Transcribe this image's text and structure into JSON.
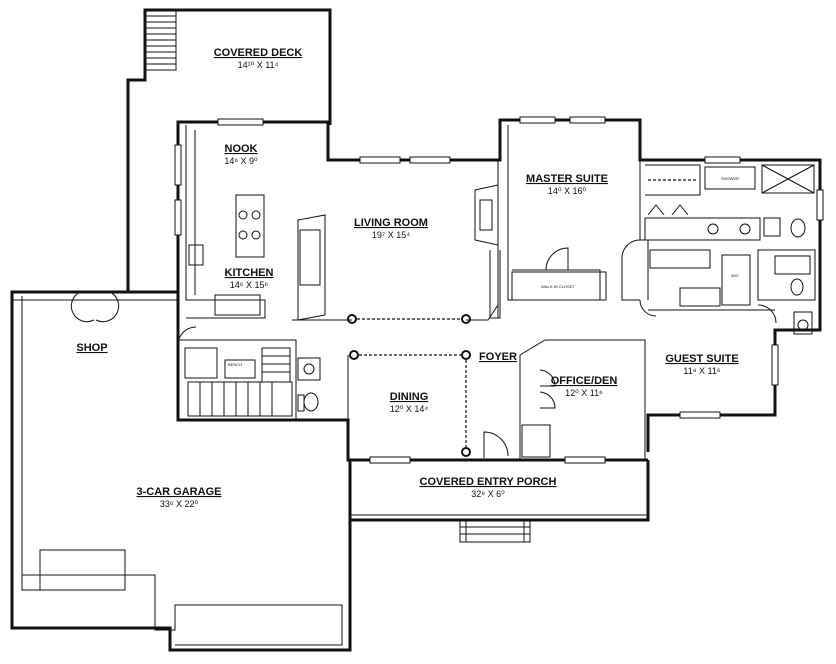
{
  "rooms": {
    "covered_deck": {
      "name": "COVERED DECK",
      "dims": "14¹⁰ X 11⁴"
    },
    "nook": {
      "name": "NOOK",
      "dims": "14⁶ X 9⁰"
    },
    "living_room": {
      "name": "LIVING ROOM",
      "dims": "19⁷ X 15⁴"
    },
    "master_suite": {
      "name": "MASTER SUITE",
      "dims": "14⁰ X 16⁰"
    },
    "kitchen": {
      "name": "KITCHEN",
      "dims": "14⁶ X 15⁶"
    },
    "shop": {
      "name": "SHOP"
    },
    "foyer": {
      "name": "FOYER"
    },
    "dining": {
      "name": "DINING",
      "dims": "12⁰ X 14⁴"
    },
    "office_den": {
      "name": "OFFICE/DEN",
      "dims": "12⁰ X 11⁶"
    },
    "guest_suite": {
      "name": "GUEST SUITE",
      "dims": "11⁸ X 11⁶"
    },
    "garage": {
      "name": "3-CAR GARAGE",
      "dims": "33⁶ X 22⁰"
    },
    "porch": {
      "name": "COVERED ENTRY PORCH",
      "dims": "32⁸ X 6⁰"
    }
  },
  "fixtures": {
    "walk_in_closet": "WALK-IN CLOSET",
    "bench": "BENCH",
    "shower": "SHOWER",
    "whc": "W/C"
  },
  "colors": {
    "line": "#111111",
    "background": "#ffffff"
  }
}
